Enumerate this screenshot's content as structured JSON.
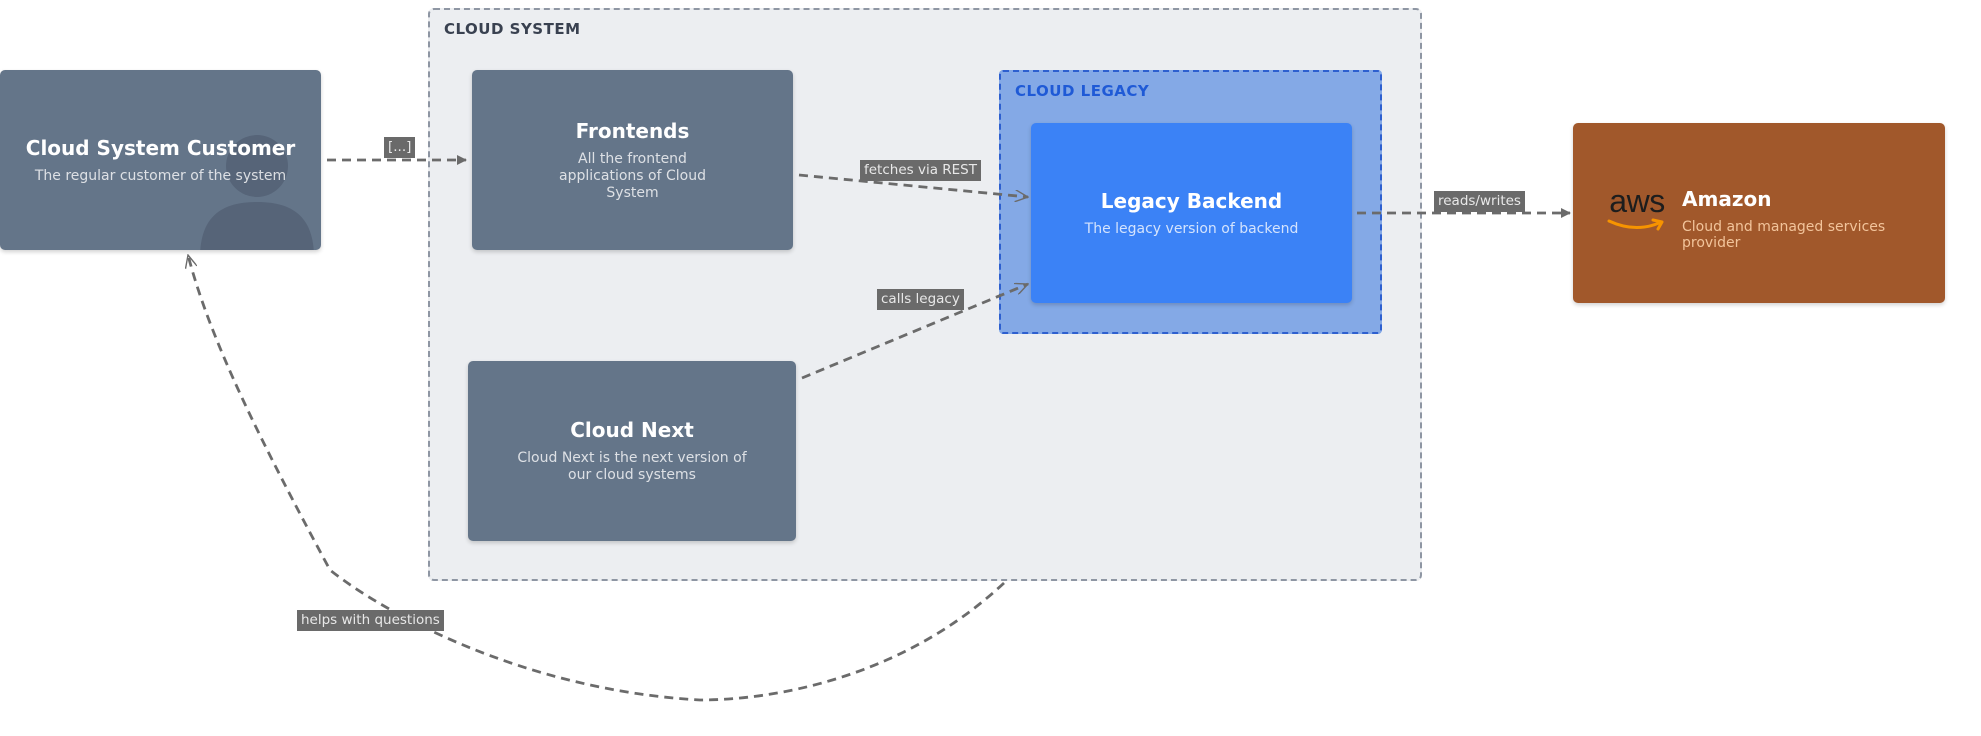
{
  "boundaries": {
    "cloud_system": {
      "title": "CLOUD SYSTEM"
    },
    "cloud_legacy": {
      "title": "CLOUD LEGACY"
    }
  },
  "nodes": {
    "customer": {
      "title": "Cloud System Customer",
      "description": "The regular customer of the system",
      "shape": "person",
      "color": "#647589"
    },
    "frontends": {
      "title": "Frontends",
      "description": "All the frontend applications of Cloud System",
      "color": "#647589"
    },
    "cloud_next": {
      "title": "Cloud Next",
      "description": "Cloud Next is the next version of our cloud systems",
      "color": "#647589"
    },
    "legacy_backend": {
      "title": "Legacy Backend",
      "description": "The legacy version of backend",
      "color": "#3b82f6"
    },
    "amazon": {
      "title": "Amazon",
      "description": "Cloud and managed services provider",
      "icon": "aws-logo-icon",
      "icon_text": "aws",
      "color": "#a1582b"
    }
  },
  "edges": {
    "customer_to_frontends": {
      "label": "[...]"
    },
    "frontends_to_legacy": {
      "label": "fetches via REST"
    },
    "next_to_legacy": {
      "label": "calls legacy"
    },
    "legacy_to_amazon": {
      "label": "reads/writes"
    },
    "system_to_customer": {
      "label": "helps with questions"
    }
  }
}
